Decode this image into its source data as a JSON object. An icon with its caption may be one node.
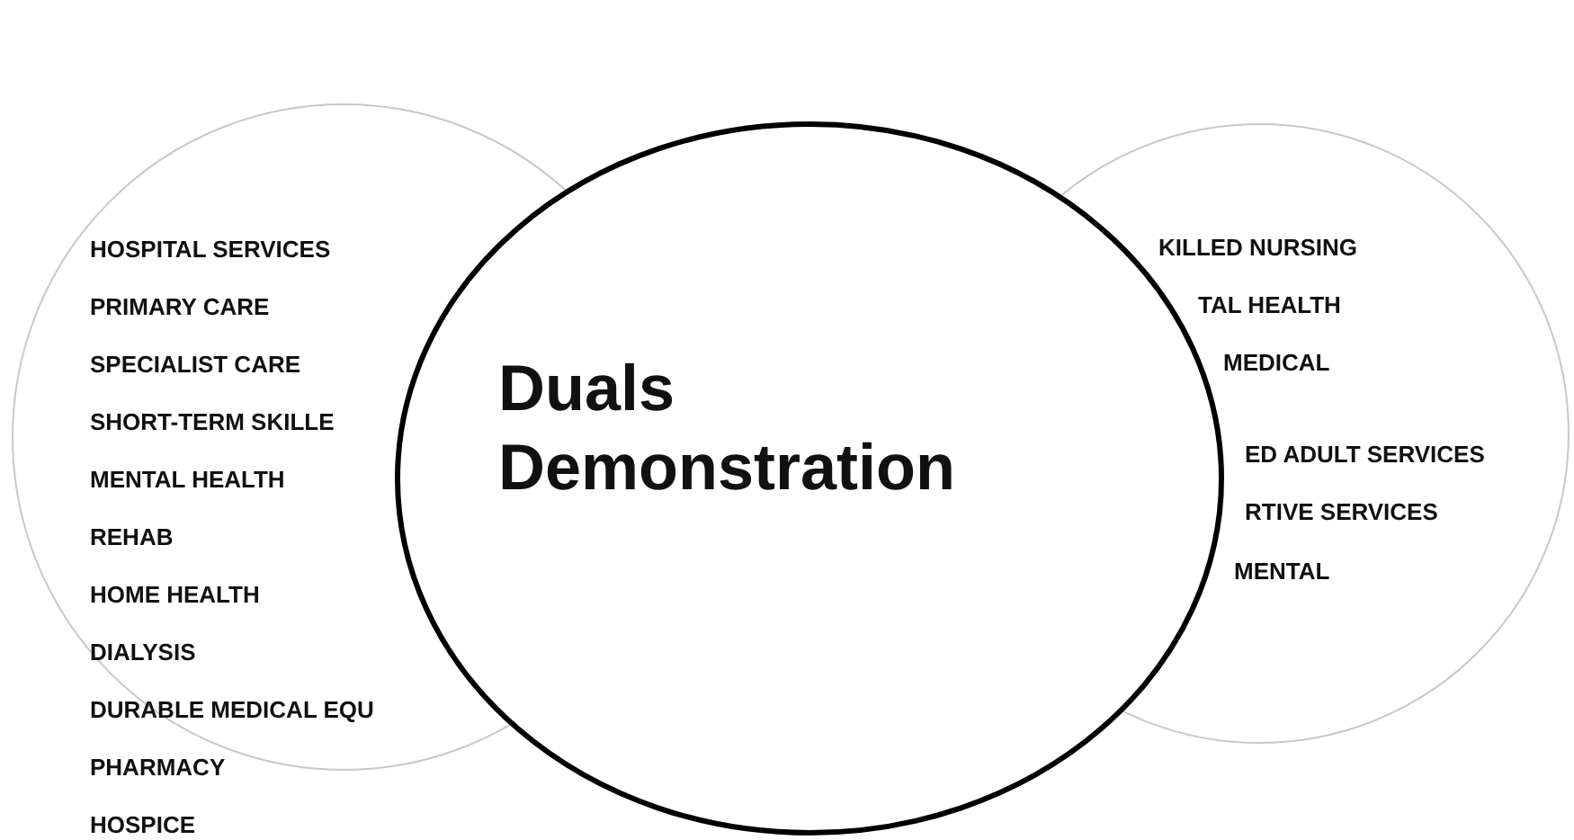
{
  "diagram": {
    "nodes": [
      {
        "text": [
          "HOSPITAL SERVICES",
          "PRIMARY CARE",
          "SPECIALIST CARE",
          "SHORT-TERM SKILLE",
          "MENTAL HEALTH",
          "REHAB",
          "HOME HEALTH",
          "DIALYSIS",
          "DURABLE MEDICAL EQU",
          "PHARMACY",
          "HOSPICE"
        ]
      },
      {
        "text": [
          "Duals Demonstration"
        ]
      },
      {
        "text": [
          "KILLED NURSING",
          "TAL HEALTH",
          "MEDICAL",
          "ED ADULT SERVICES",
          "RTIVE SERVICES",
          "MENTAL"
        ]
      }
    ],
    "edges": []
  }
}
